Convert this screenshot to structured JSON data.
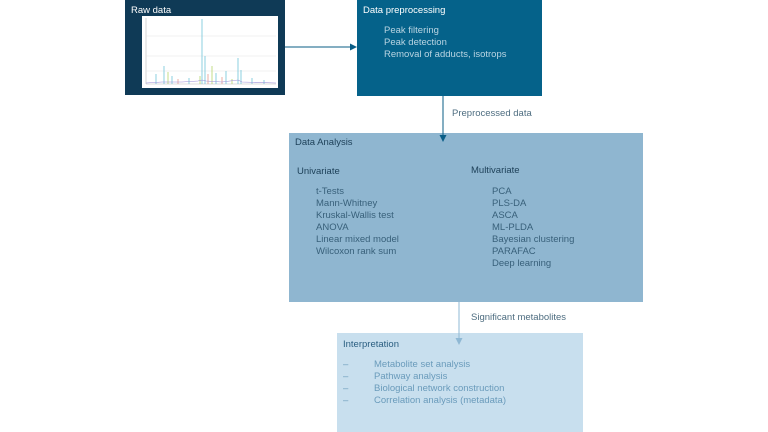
{
  "raw": {
    "title": "Raw data"
  },
  "preprocessing": {
    "title": "Data preprocessing",
    "items": [
      "Peak filtering",
      "Peak detection",
      "Removal of adducts, isotrops"
    ]
  },
  "edge1": {
    "label": "Preprocessed data"
  },
  "analysis": {
    "title": "Data Analysis",
    "univariate": {
      "title": "Univariate",
      "items": [
        "t-Tests",
        "Mann-Whitney",
        "Kruskal-Wallis test",
        "ANOVA",
        "Linear mixed model",
        "Wilcoxon rank sum"
      ]
    },
    "multivariate": {
      "title": "Multivariate",
      "items": [
        "PCA",
        "PLS-DA",
        "ASCA",
        "ML-PLDA",
        "Bayesian clustering",
        "PARAFAC",
        "Deep learning"
      ]
    }
  },
  "edge2": {
    "label": "Significant metabolites"
  },
  "interpretation": {
    "title": "Interpretation",
    "bullet": "–",
    "items": [
      "Metabolite set analysis",
      "Pathway analysis",
      "Biological network construction",
      "Correlation analysis (metadata)"
    ]
  },
  "colors": {
    "raw_box": "#0f3a56",
    "preprocessing_box": "#05628a",
    "analysis_box": "#8fb6d0",
    "interpretation_box": "#c8dfee",
    "arrow_dark": "#0a5d86",
    "arrow_light": "#8fb8d4"
  }
}
